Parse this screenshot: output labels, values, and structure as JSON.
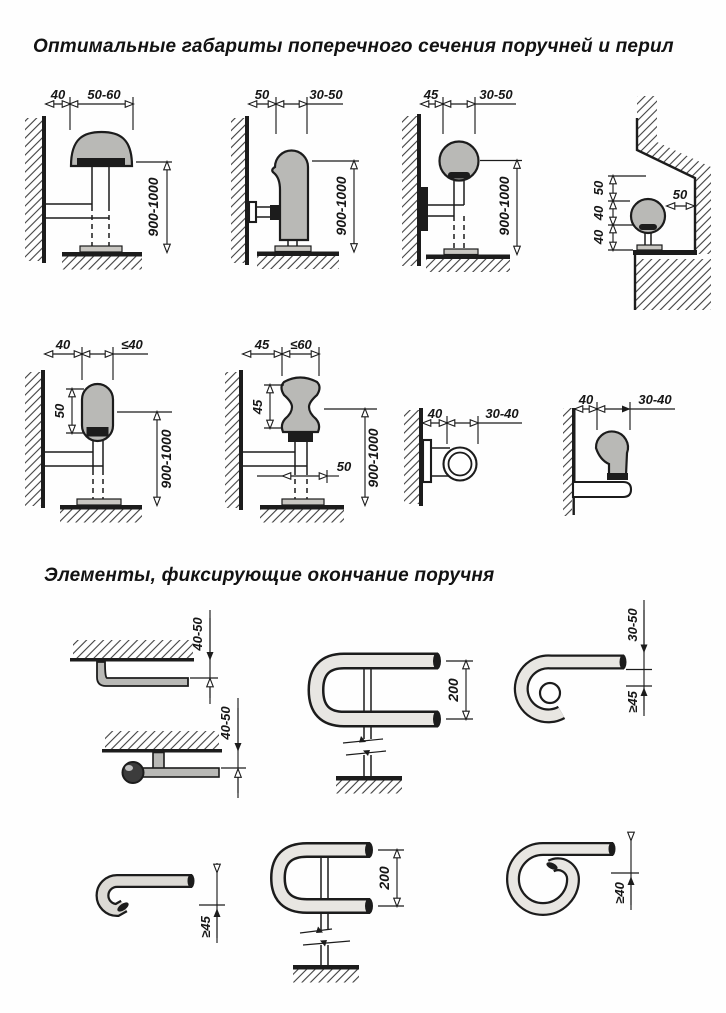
{
  "sections": {
    "s1": {
      "title": "Оптимальные габариты поперечного сечения поручней и перил"
    },
    "s2": {
      "title": "Элементы, фиксирующие окончание поручня"
    }
  },
  "dims": {
    "d1": {
      "a": "40",
      "b": "50-60",
      "h": "900-1000"
    },
    "d2": {
      "a": "50",
      "b": "30-50",
      "h": "900-1000"
    },
    "d3": {
      "a": "45",
      "b": "30-50",
      "h": "900-1000"
    },
    "d4": {
      "v1": "50",
      "v2": "40",
      "v3": "40",
      "side": "50"
    },
    "d5": {
      "a": "40",
      "b": "≤40",
      "s": "50",
      "h": "900-1000"
    },
    "d6": {
      "a": "45",
      "b": "≤60",
      "s": "45",
      "off": "50",
      "h": "900-1000"
    },
    "d7": {
      "a": "40",
      "b": "30-40"
    },
    "d8": {
      "a": "40",
      "b": "30-40"
    },
    "d9": {
      "drop": "40-50"
    },
    "d10": {
      "drop": "40-50"
    },
    "d11": {
      "gap": "200"
    },
    "d12": {
      "drop": "30-50",
      "ret": "≥45"
    },
    "d13": {
      "ret": "≥45"
    },
    "d14": {
      "gap": "200"
    },
    "d15": {
      "ret": "≥40"
    }
  },
  "colors": {
    "ink": "#1c1c1c",
    "section_fill": "#b9b9b6",
    "tube_fill": "#e8e6e2",
    "paper": "#fefefe"
  }
}
